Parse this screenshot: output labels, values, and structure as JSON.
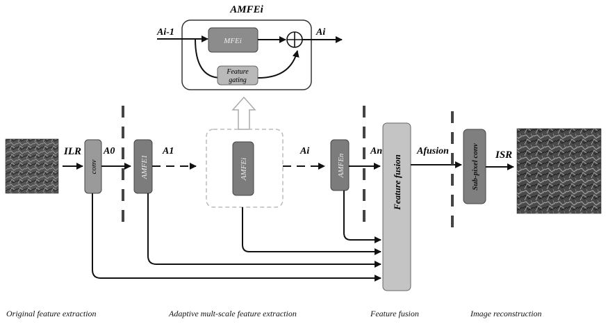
{
  "inset": {
    "title": "AMFEi",
    "input_label": "Ai-1",
    "output_label": "Ai",
    "mfe_block": "MFEi",
    "gate_block_line1": "Feature",
    "gate_block_line2": "gating",
    "sum_symbol": "⊕"
  },
  "main": {
    "input_label": "ILR",
    "conv_block": "conv",
    "a0_label": "A0",
    "amfe1_block": "AMFE1",
    "a1_label": "A1",
    "amfei_block": "AMFEi",
    "ai_label": "Ai",
    "amfen_block": "AMFEn",
    "an_label": "An",
    "fusion_block": "Feature fusion",
    "afusion_label": "Afusion",
    "subpixel_block": "Sub-pixel conv",
    "output_label": "ISR"
  },
  "stages": [
    "Original feature extraction",
    "Adaptive mult-scale feature extraction",
    "Feature fusion",
    "Image reconstruction"
  ]
}
